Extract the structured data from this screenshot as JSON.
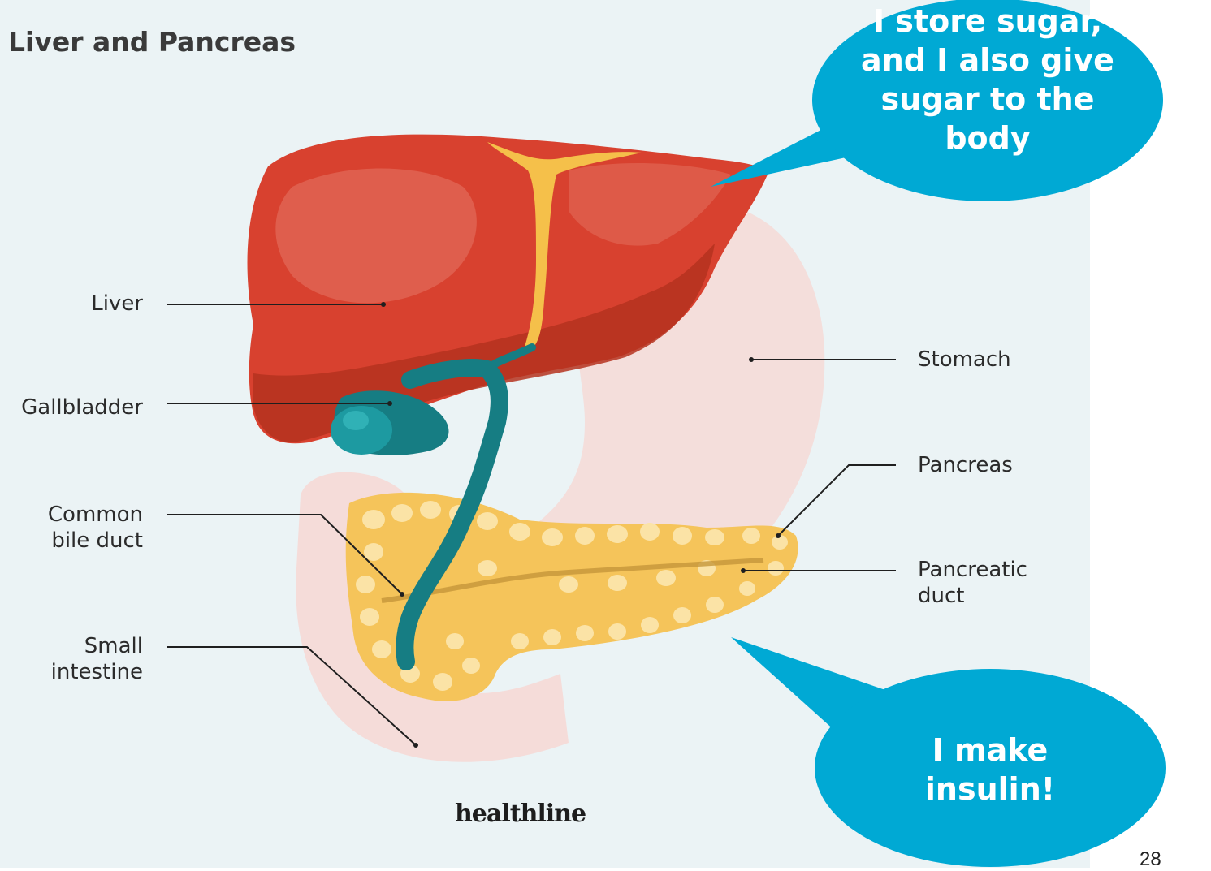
{
  "diagram": {
    "title": "Liver and Pancreas",
    "labels": {
      "liver": "Liver",
      "gallbladder": "Gallbladder",
      "common_bile_duct_1": "Common",
      "common_bile_duct_2": "bile duct",
      "small_intestine_1": "Small",
      "small_intestine_2": "intestine",
      "stomach": "Stomach",
      "pancreas": "Pancreas",
      "pancreatic_duct_1": "Pancreatic",
      "pancreatic_duct_2": "duct"
    },
    "logo": "healthline",
    "colors": {
      "liver": "#d8412f",
      "gallbladder": "#167d83",
      "pancreas": "#f5c45a",
      "stomach": "#f6d9d6",
      "bubble": "#00a9d4"
    }
  },
  "bubbles": {
    "liver_speech": [
      "I store sugar,",
      "and I also give",
      "sugar to the",
      "body"
    ],
    "pancreas_speech": [
      "I make",
      "insulin!"
    ]
  },
  "page_number": "28"
}
